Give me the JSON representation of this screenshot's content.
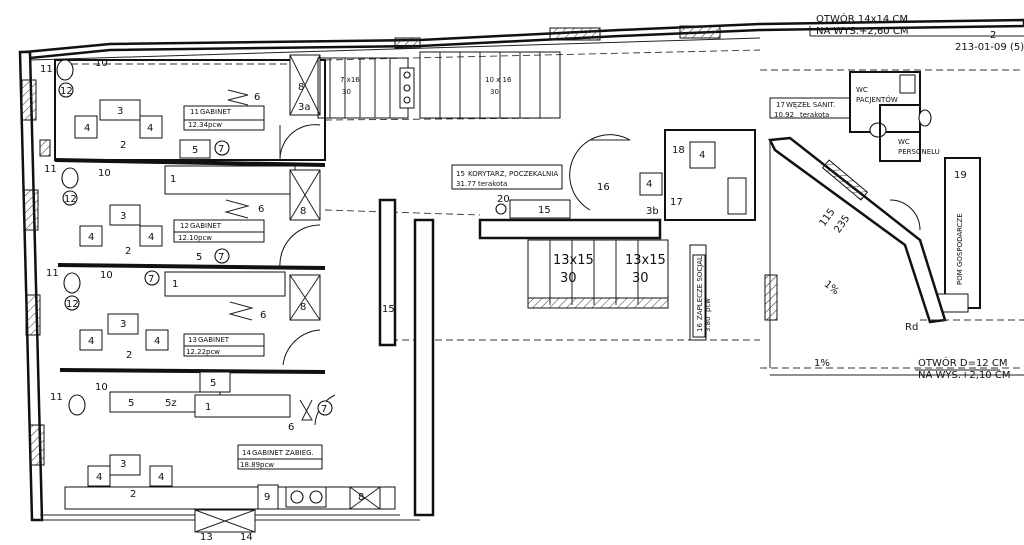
{
  "annotations": {
    "otwor_top_1": "OTWÓR 14x14 CM",
    "otwor_top_2": "NA WYS.+2,60 CM",
    "otwor_bottom_1": "OTWÓR D=12 CM",
    "otwor_bottom_2": "NA WYS.+2,10 CM",
    "corner_ref_1": "2",
    "corner_ref_2": "213-01-09",
    "corner_ref_3": "(5)",
    "pct_1": "1%",
    "pct_2": "1%",
    "rd": "Rd"
  },
  "rooms": [
    {
      "id": "11",
      "name": "GABINET",
      "area": "12.34",
      "floor": "pcw"
    },
    {
      "id": "12",
      "name": "GABINET",
      "area": "12.10",
      "floor": "pcw"
    },
    {
      "id": "13",
      "name": "GABINET",
      "area": "12.22",
      "floor": "pcw"
    },
    {
      "id": "14",
      "name": "GABINET ZABIEG.",
      "area": "18.89",
      "floor": "pcw"
    },
    {
      "id": "15",
      "name": "KORYTARZ, POCZEKALNIA",
      "area": "31.77",
      "floor": "terakota"
    },
    {
      "id": "16",
      "name": "ZAPLECZE SOCJAL.",
      "area": "3.80",
      "floor": "pcw"
    },
    {
      "id": "17",
      "name": "WĘZEŁ SANIT.",
      "area": "10.92",
      "floor": "terakota"
    }
  ],
  "labels": {
    "wc_pacjentow_1": "WC",
    "wc_pacjentow_2": "PACJENTÓW",
    "wc_personelu_1": "WC",
    "wc_personelu_2": "PERSONELU",
    "pom_gospodarcze": "POM GOSPODARCZE",
    "stairs_7x16": "7 x16",
    "stairs_7x16_n": "30",
    "stairs_10x16": "10 x 16",
    "stairs_10x16_n": "30",
    "stairs_13x15_a": "13x15",
    "stairs_13x15_a_n": "30",
    "stairs_13x15_b": "13x15",
    "stairs_13x15_b_n": "30",
    "ramp_115": "115",
    "ramp_235": "235"
  },
  "equipment": {
    "n1": "1",
    "n2": "2",
    "n3": "3",
    "n3a": "3a",
    "n3b": "3b",
    "n4": "4",
    "n5": "5",
    "n5z": "5z",
    "n6": "6",
    "n7": "7",
    "n8": "8",
    "n9": "9",
    "n10": "10",
    "n11": "11",
    "n12": "12",
    "n13": "13",
    "n14": "14",
    "n15": "15",
    "n16": "16",
    "n17": "17",
    "n18": "18",
    "n19": "19",
    "n20": "20"
  }
}
